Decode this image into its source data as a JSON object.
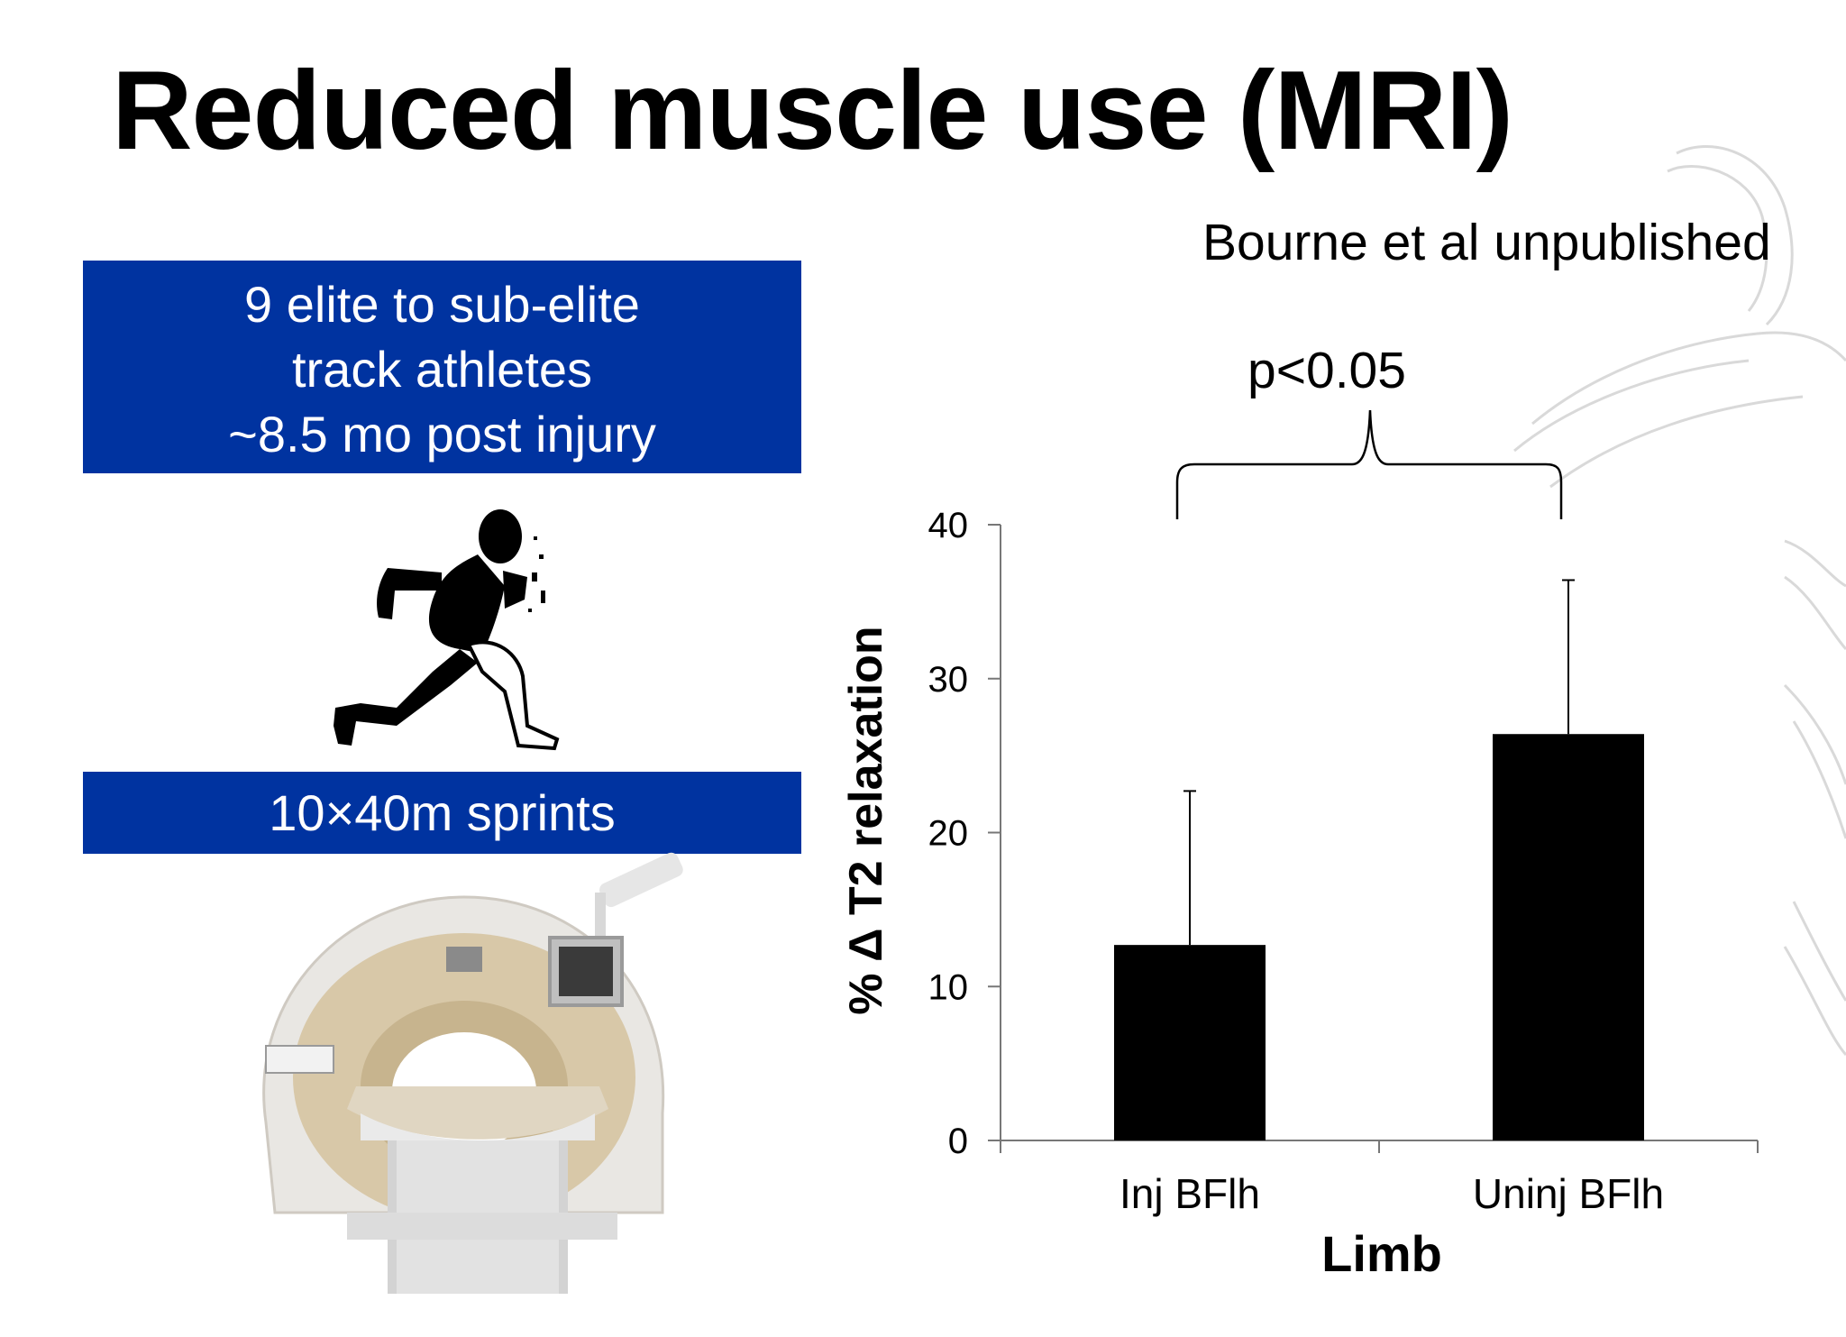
{
  "slide": {
    "title": "Reduced muscle use (MRI)",
    "source": "Bourne et al unpublished",
    "info_box_lines": [
      "9 elite to sub-elite",
      "track athletes",
      "~8.5 mo post injury"
    ],
    "protocol_label": "10×40m sprints",
    "significance_label": "p<0.05",
    "icons": [
      "runner-silhouette-icon",
      "mri-scanner-image",
      "anatomy-watermark"
    ],
    "colors": {
      "box_blue": "#0033a0",
      "bar": "#000000"
    }
  },
  "chart_data": {
    "type": "bar",
    "categories": [
      "Inj BFlh",
      "Uninj BFlh"
    ],
    "values": [
      12.7,
      26.4
    ],
    "error_upper": [
      22.7,
      36.4
    ],
    "xlabel": "Limb",
    "ylabel": "% Δ  T2 relaxation",
    "ylim": [
      0,
      40
    ],
    "yticks": [
      0,
      10,
      20,
      30,
      40
    ],
    "ytick_labels": [
      "0",
      "10",
      "20",
      "30",
      "40"
    ],
    "grid": false,
    "legend": "none"
  }
}
